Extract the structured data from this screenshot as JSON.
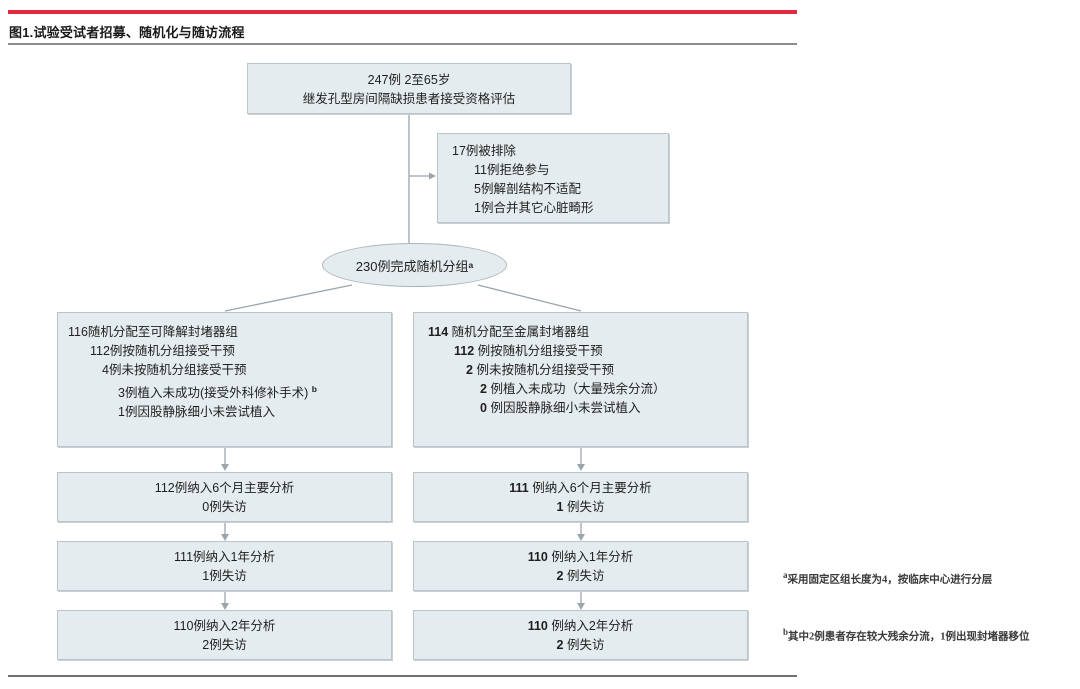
{
  "header": {
    "figure_title": "图1.试验受试者招募、随机化与随访流程",
    "accent_color": "#e3283f",
    "rule_color": "#8c8c8c"
  },
  "flow": {
    "box_fill": "#e5ecef",
    "box_border": "#b9c4cb",
    "screened": {
      "line1": "247例 2至65岁",
      "line2": "继发孔型房间隔缺损患者接受资格评估"
    },
    "excluded": {
      "line1": "17例被排除",
      "line2": "11例拒绝参与",
      "line3": "5例解剖结构不适配",
      "line4": "1例合并其它心脏畸形"
    },
    "randomized": {
      "text": "230例完成随机分组",
      "footnote_mark": "a"
    },
    "left_arm": {
      "line1": "116随机分配至可降解封堵器组",
      "line2": "112例按随机分组接受干预",
      "line3": "4例未按随机分组接受干预",
      "line4": "3例植入未成功(接受外科修补手术)",
      "line4_mark": "b",
      "line5": "1例因股静脉细小未尝试植入"
    },
    "right_arm": {
      "line1_num": "114",
      "line1_text": "随机分配至金属封堵器组",
      "line2_num": "112",
      "line2_text": "例按随机分组接受干预",
      "line3_num": "2",
      "line3_text": "例未按随机分组接受干预",
      "line4_num": "2",
      "line4_text": "例植入未成功（大量残余分流）",
      "line5_num": "0",
      "line5_text": "例因股静脉细小未尝试植入"
    },
    "left_6m": {
      "line1": "112例纳入6个月主要分析",
      "line2": "0例失访"
    },
    "left_1y": {
      "line1": "111例纳入1年分析",
      "line2": "1例失访"
    },
    "left_2y": {
      "line1": "110例纳入2年分析",
      "line2": "2例失访"
    },
    "right_6m": {
      "num1": "111",
      "text1": "例纳入6个月主要分析",
      "num2": "1",
      "text2": "例失访"
    },
    "right_1y": {
      "num1": "110",
      "text1": "例纳入1年分析",
      "num2": "2",
      "text2": "例失访"
    },
    "right_2y": {
      "num1": "110",
      "text1": "例纳入2年分析",
      "num2": "2",
      "text2": "例失访"
    }
  },
  "footnotes": {
    "a_mark": "a",
    "a_text": "采用固定区组长度为4，按临床中心进行分层",
    "b_mark": "b",
    "b_text": "其中2例患者存在较大残余分流，1例出现封堵器移位"
  }
}
